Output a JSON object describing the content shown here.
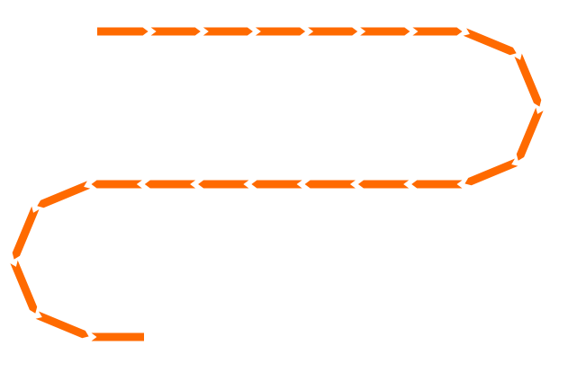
{
  "path_graphic": {
    "icon": "serpentine-chevron-arrow-path",
    "color": "#ff6a00",
    "background": "#ffffff",
    "segments_per_straight_run": 7,
    "segments_per_arc": 4
  }
}
